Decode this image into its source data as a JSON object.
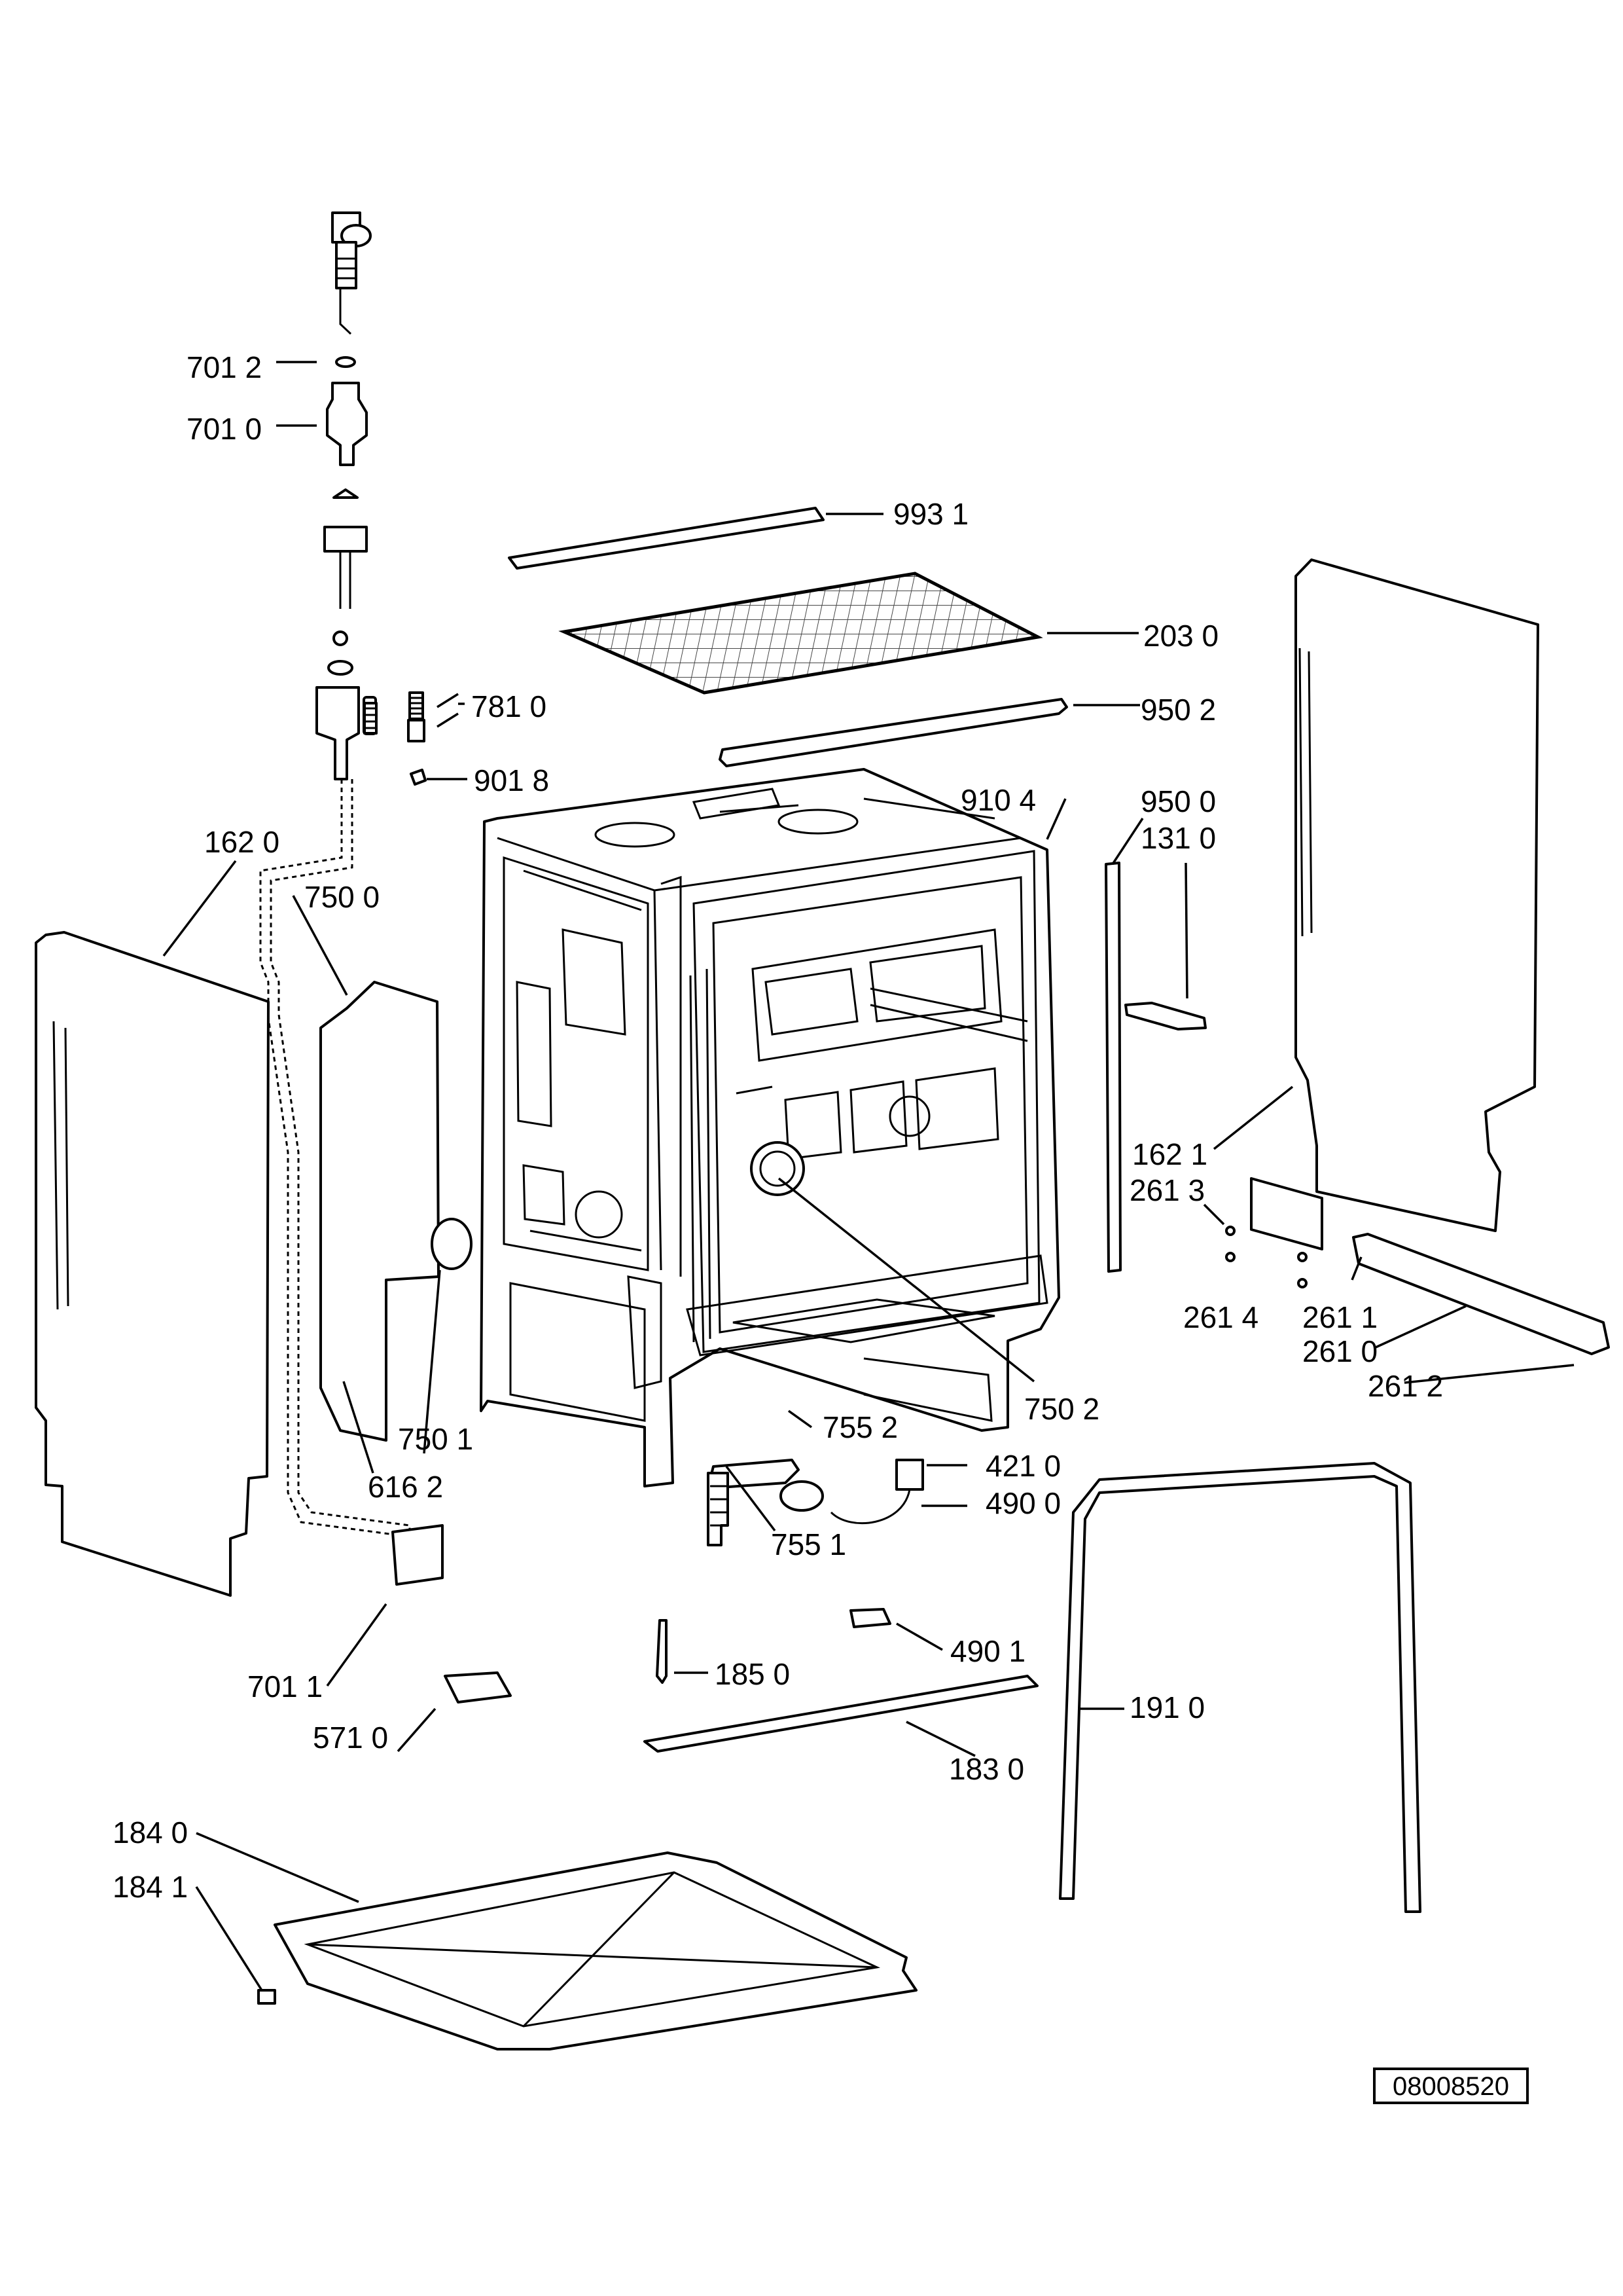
{
  "diagram": {
    "document_code": "08008520",
    "part_labels": {
      "p7012": "701 2",
      "p7010": "701 0",
      "p9931": "993 1",
      "p2030": "203 0",
      "p7810": "781 0",
      "p9502": "950 2",
      "p9018": "901 8",
      "p9104": "910 4",
      "p9500": "950 0",
      "p1310": "131 0",
      "p1620": "162 0",
      "p7500": "750 0",
      "p1621": "162 1",
      "p2613": "261 3",
      "p2614": "261 4",
      "p2611": "261 1",
      "p2610": "261 0",
      "p2612": "261 2",
      "p7502": "750 2",
      "p7552": "755 2",
      "p7501": "750 1",
      "p4210": "421 0",
      "p4900": "490 0",
      "p6162": "616 2",
      "p7551": "755 1",
      "p4901": "490 1",
      "p7011": "701 1",
      "p1850": "185 0",
      "p1910": "191 0",
      "p5710": "571 0",
      "p1830": "183 0",
      "p1840": "184 0",
      "p1841": "184 1"
    }
  }
}
